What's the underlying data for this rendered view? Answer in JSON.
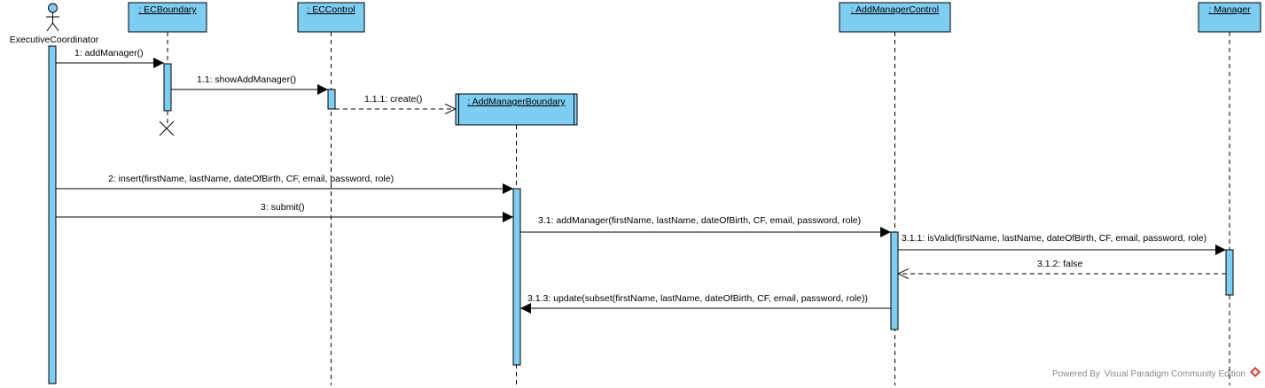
{
  "colors": {
    "box_fill": "#7ecdf2",
    "border": "#000000",
    "background": "#ffffff",
    "watermark": "#8a8a8a",
    "logo_red": "#d9433b"
  },
  "actor": {
    "name": "ExecutiveCoordinator",
    "icon": "stick-figure-icon"
  },
  "lifelines": {
    "ecboundary": ": ECBoundary",
    "eccontrol": ": ECControl",
    "addmanagerboundary": ": AddManagerBoundary",
    "addmanagercontrol": ": AddManagerControl",
    "manager": ": Manager"
  },
  "messages": {
    "m1": "1: addManager()",
    "m1_1": "1.1: showAddManager()",
    "m1_1_1": "1.1.1: create()",
    "m2": "2: insert(firstName, lastName, dateOfBirth, CF, email,  password, role)",
    "m3": "3: submit()",
    "m3_1": "3.1: addManager(firstName, lastName, dateOfBirth, CF, email, password, role)",
    "m3_1_1": "3.1.1: isValid(firstName, lastName, dateOfBirth, CF, email, password, role)",
    "m3_1_2": "3.1.2: false",
    "m3_1_3": "3.1.3: update(subset(firstName, lastName, dateOfBirth, CF, email, password, role))"
  },
  "destroy_marker": "destroy-x-icon",
  "watermark": {
    "text": "Powered By \tVisual Paradigm Community Edition",
    "icon": "visual-paradigm-logo-icon"
  }
}
